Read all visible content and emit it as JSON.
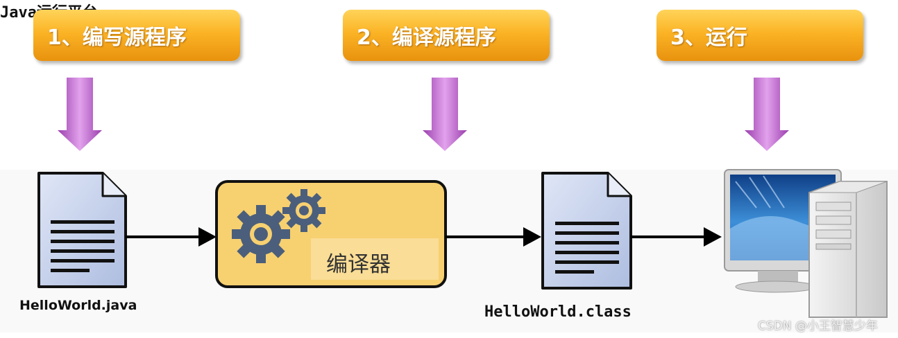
{
  "steps": [
    {
      "label": "1、编写源程序"
    },
    {
      "label": "2、编译源程序"
    },
    {
      "label": "3、运行"
    }
  ],
  "source_file": {
    "label": "HelloWorld.java",
    "icon": "document-icon"
  },
  "compiler": {
    "label": "编译器",
    "icon": "gears-icon"
  },
  "class_file": {
    "label": "HelloWorld.class",
    "icon": "document-icon"
  },
  "platform": {
    "label": "Java运行平台",
    "icon": "computer-icon"
  },
  "watermark": {
    "text": "CSDN @小王智慧少年"
  },
  "colors": {
    "step_fill": "#fbb325",
    "arrow_down": "#c96cd6",
    "document_fill": "#c7d3ec",
    "compiler_fill": "#f7d070",
    "gear_fill": "#4b5f7c",
    "connector": "#000000"
  }
}
